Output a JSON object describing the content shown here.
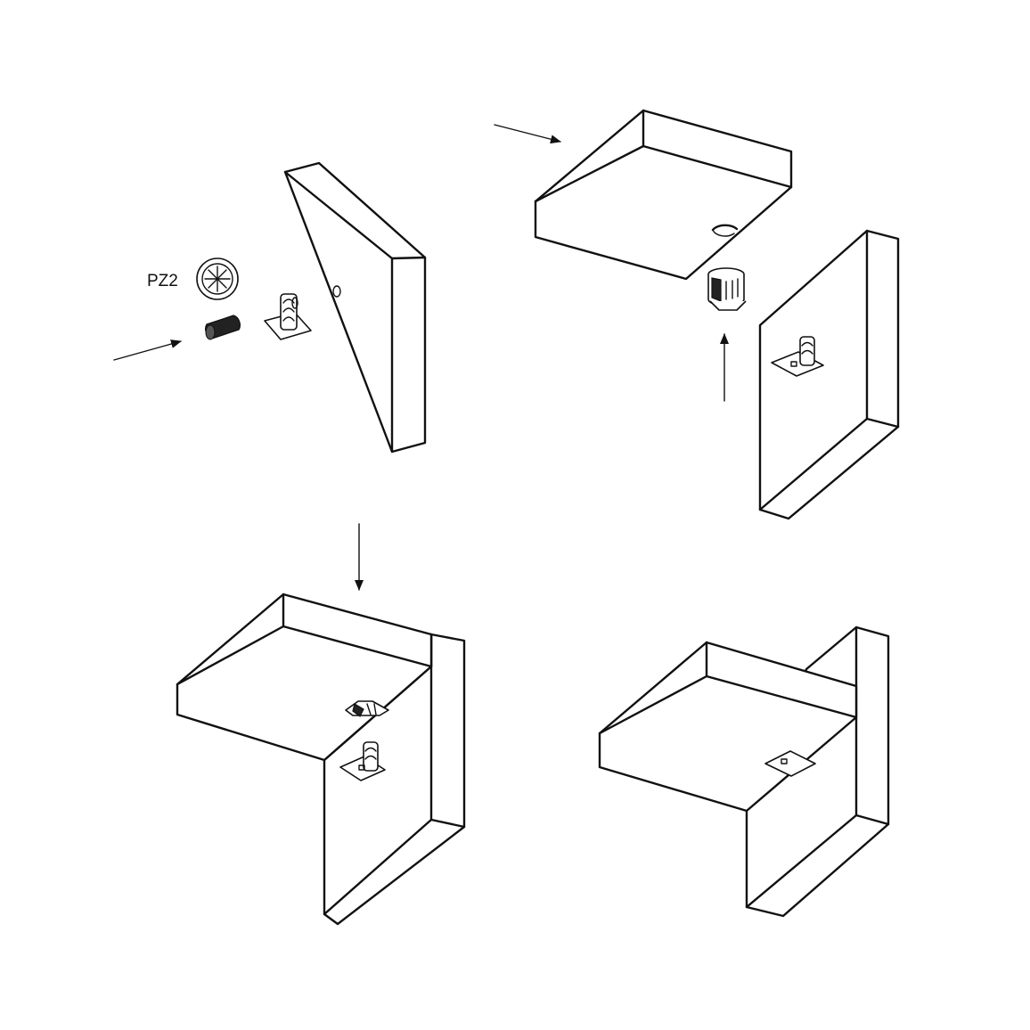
{
  "diagram": {
    "tool_label": "PZ2",
    "steps": [
      "step-1",
      "step-2",
      "step-3",
      "step-4"
    ],
    "colors": {
      "line": "#111111",
      "background": "#ffffff"
    },
    "icons": [
      "pozidriv-screwdriver-icon",
      "screw-icon",
      "cam-lock-icon",
      "connector-plate-icon",
      "arrow-icon"
    ]
  }
}
